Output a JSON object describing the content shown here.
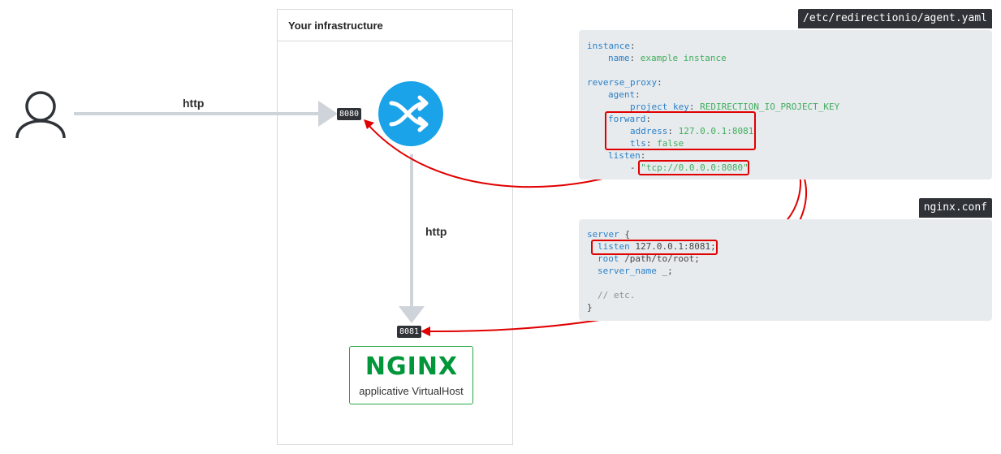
{
  "infrastructure": {
    "title": "Your infrastructure"
  },
  "flow": {
    "top_label": "http",
    "down_label": "http"
  },
  "ports": {
    "proxy": "8080",
    "nginx": "8081"
  },
  "icons": {
    "user": "user-icon",
    "proxy": "shuffle-icon",
    "nginx": "nginx-logo"
  },
  "nginx": {
    "logo_text": "NGINX",
    "subtitle": "applicative VirtualHost"
  },
  "agent_file": {
    "name": "/etc/redirectionio/agent.yaml",
    "lines": [
      {
        "key": "instance",
        "sep": ":",
        "value": ""
      },
      {
        "key": "name",
        "sep": ": ",
        "value": "example instance"
      },
      {
        "key": "",
        "sep": "",
        "value": ""
      },
      {
        "key": "reverse_proxy",
        "sep": ":",
        "value": ""
      },
      {
        "key": "agent",
        "sep": ":",
        "value": ""
      },
      {
        "key": "project_key",
        "sep": ": ",
        "value": "REDIRECTION_IO_PROJECT_KEY"
      },
      {
        "key": "forward",
        "sep": ":",
        "value": ""
      },
      {
        "key": "address",
        "sep": ": ",
        "value": "127.0.0.1:8081"
      },
      {
        "key": "tls",
        "sep": ": ",
        "value": "false"
      },
      {
        "key": "listen",
        "sep": ":",
        "value": ""
      },
      {
        "key": "",
        "sep": "- ",
        "value": "\"tcp://0.0.0.0:8080\""
      }
    ]
  },
  "nginx_file": {
    "name": "nginx.conf",
    "lines": [
      {
        "key": "server",
        "rest": " {",
        "type": "kw"
      },
      {
        "key": "listen",
        "rest": " 127.0.0.1:8081;",
        "type": "kw"
      },
      {
        "key": "root",
        "rest": " /path/to/root;",
        "type": "kw"
      },
      {
        "key": "server_name",
        "rest": " _;",
        "type": "kw"
      },
      {
        "key": "",
        "rest": "",
        "type": "blank"
      },
      {
        "key": "",
        "rest": "// etc.",
        "type": "comment"
      },
      {
        "key": "",
        "rest": "}",
        "type": "plain"
      }
    ]
  },
  "colors": {
    "highlight": "#e10000",
    "nginx_green": "#009639",
    "proxy_blue": "#1aa3e8",
    "arrow_gray": "#cfd4da"
  }
}
